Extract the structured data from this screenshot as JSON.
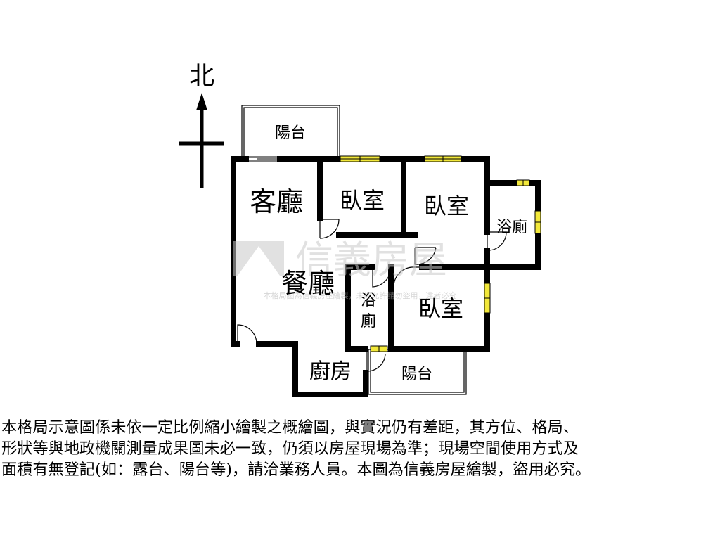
{
  "compass": {
    "north_label": "北"
  },
  "rooms": {
    "living": "客廳",
    "dining": "餐廳",
    "bedroom_1": "臥室",
    "bedroom_2": "臥室",
    "bedroom_3": "臥室",
    "bath_1": "浴廁",
    "bath_2_top": "浴",
    "bath_2_bottom": "廁",
    "kitchen": "廚房",
    "balcony_north": "陽台",
    "balcony_south": "陽台"
  },
  "watermark": {
    "brand": "信義房屋",
    "fine_print": "本格局圖為信義房屋繪製，未經允許請勿盜用，違者必究"
  },
  "colors": {
    "wall": "#000000",
    "window": "#f2e83a",
    "watermark": "#c9c9c9"
  },
  "disclaimer": {
    "line1": "本格局示意圖係未依一定比例縮小繪製之概繪圖，與實況仍有差距，其方位、格局、",
    "line2": "形狀等與地政機關測量成果圖未必一致，仍須以房屋現場為準；現場空間使用方式及",
    "line3": "面積有無登記(如：露台、陽台等)，請洽業務人員。本圖為信義房屋繪製，盜用必究。"
  }
}
